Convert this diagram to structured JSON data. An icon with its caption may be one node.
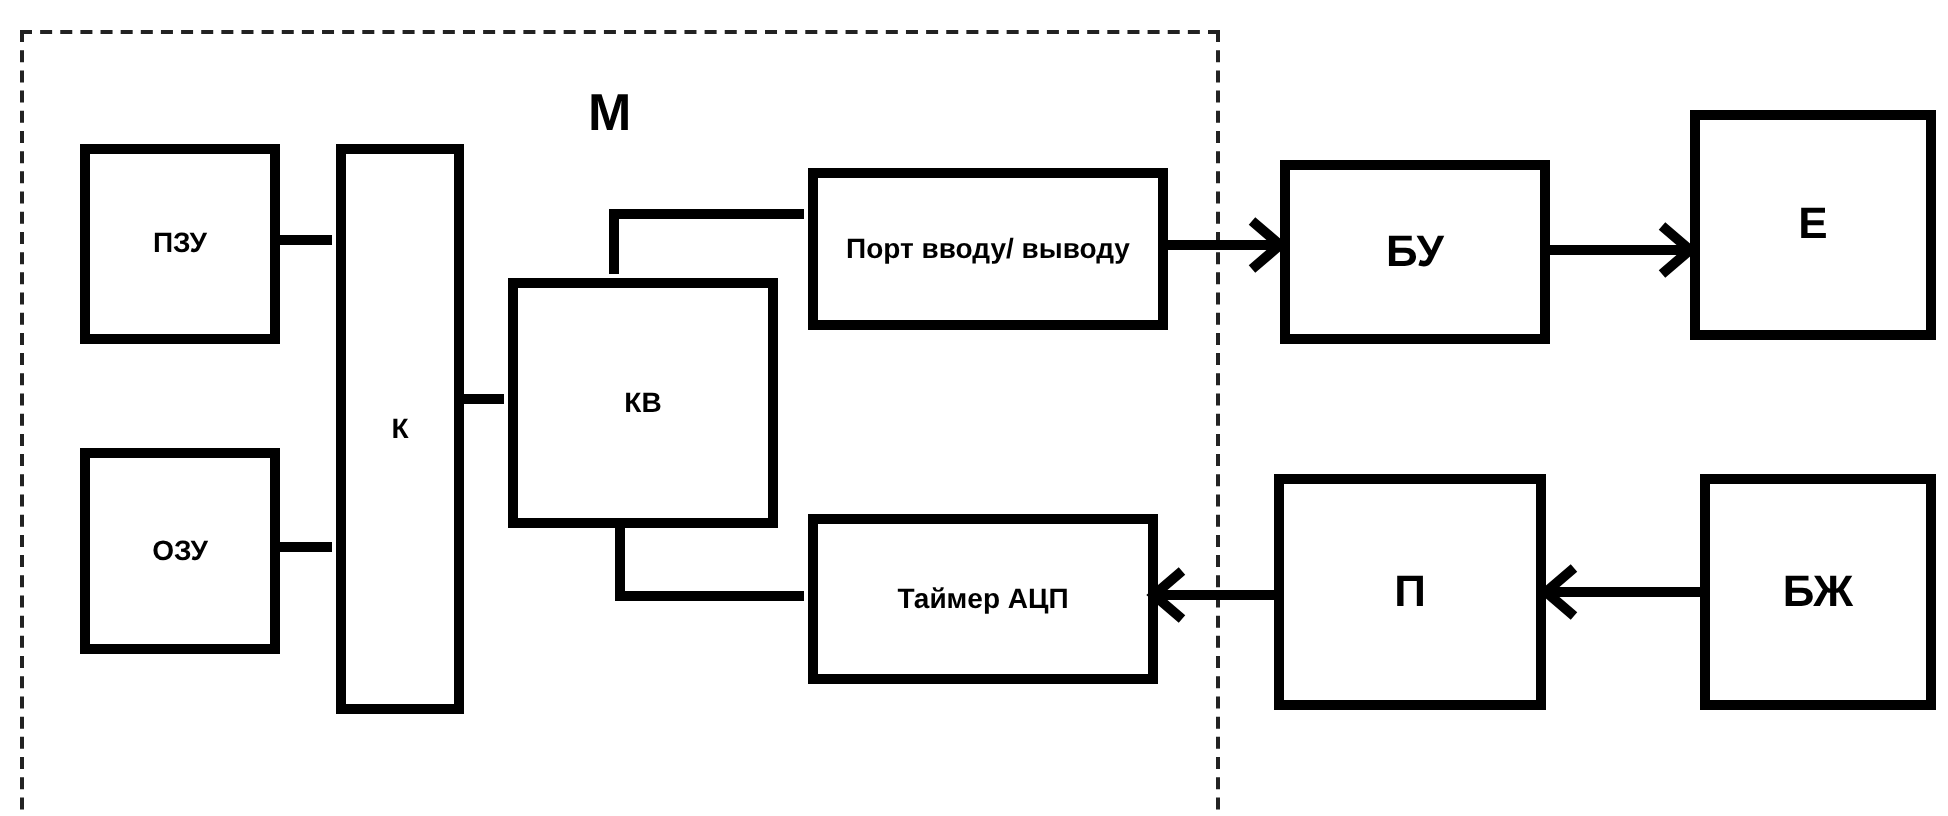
{
  "diagram": {
    "nodes": [
      {
        "text": [
          "М"
        ]
      },
      {
        "text": [
          "ПЗУ"
        ],
        "in": 0
      },
      {
        "text": [
          "ОЗУ"
        ],
        "in": 0
      },
      {
        "text": [
          "К"
        ],
        "in": 0
      },
      {
        "text": [
          "КВ"
        ],
        "in": 0
      },
      {
        "text": [
          "Порт вводу/ выводу"
        ],
        "in": 0
      },
      {
        "text": [
          "Таймер АЦП"
        ],
        "in": 0
      },
      {
        "text": [
          "БУ"
        ]
      },
      {
        "text": [
          "Е"
        ]
      },
      {
        "text": [
          "П"
        ]
      },
      {
        "text": [
          "БЖ"
        ]
      }
    ],
    "edges": [
      {
        "from": 1,
        "to": 3,
        "arrow": "none"
      },
      {
        "from": 2,
        "to": 3,
        "arrow": "none"
      },
      {
        "from": 3,
        "to": 4,
        "arrow": "none"
      },
      {
        "from": 4,
        "to": 5,
        "arrow": "none"
      },
      {
        "from": 4,
        "to": 6,
        "arrow": "none"
      },
      {
        "from": 5,
        "to": 7,
        "arrow": "to"
      },
      {
        "from": 7,
        "to": 8,
        "arrow": "to"
      },
      {
        "from": 10,
        "to": 9,
        "arrow": "to"
      },
      {
        "from": 9,
        "to": 6,
        "arrow": "to"
      }
    ]
  }
}
